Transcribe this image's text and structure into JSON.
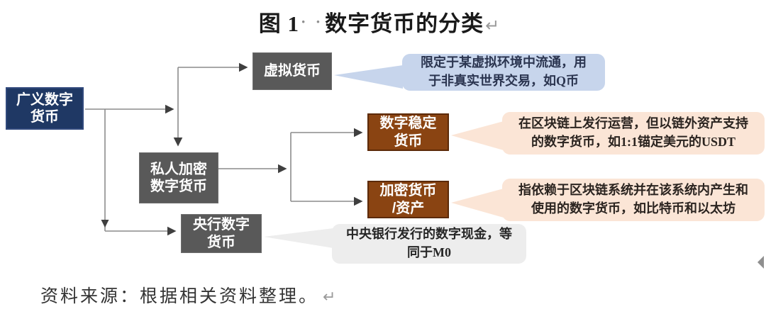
{
  "title": {
    "label_prefix": "图 1",
    "space_marks": "· ·",
    "label_main": "数字货币的分类",
    "return_mark": "↵"
  },
  "nodes": {
    "broad": {
      "label": "广义数字\n货币",
      "color": "#1f3864"
    },
    "virtual": {
      "label": "虚拟货币",
      "color": "#595959"
    },
    "private": {
      "label": "私人加密\n数字货币",
      "color": "#595959"
    },
    "stable": {
      "label": "数字稳定\n货币",
      "color": "#8a4412"
    },
    "crypto": {
      "label": "加密货币\n/资产",
      "color": "#8a4412"
    },
    "cbdc": {
      "label": "央行数字\n货币",
      "color": "#595959"
    }
  },
  "callouts": {
    "virtual": {
      "text": "限定于某虚拟环境中流通，用\n于非真实世界交易，如Q币",
      "bg": "#c7d5ec"
    },
    "stable": {
      "text": "在区块链上发行运营，但以链外资产支持\n的数字货币，如1:1锚定美元的USDT",
      "bg": "#fbe5d6"
    },
    "crypto": {
      "text": "指依赖于区块链系统并在该系统内产生和\n使用的数字货币，如比特币和以太坊",
      "bg": "#fbe5d6"
    },
    "cbdc": {
      "text": "中央银行发行的数字现金，等\n同于M0",
      "bg": "#ededed"
    }
  },
  "source": {
    "text": "资料来源：根据相关资料整理。",
    "return_mark": "↵"
  },
  "colors": {
    "connector": "#8c8c8c",
    "arrowhead": "#3f3f3f",
    "navy_box": "#1f3864",
    "gray_box": "#595959",
    "brown_box": "#8a4412",
    "blue_callout_bg": "#c7d5ec",
    "orange_callout_bg": "#fbe5d6",
    "gray_callout_bg": "#ededed"
  }
}
